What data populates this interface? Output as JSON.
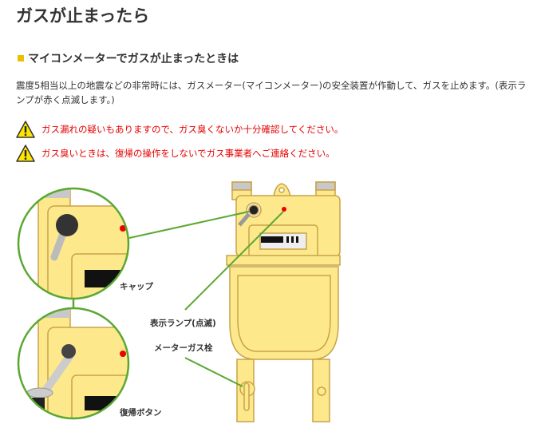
{
  "title": "ガスが止まったら",
  "section": {
    "heading": "マイコンメーターでガスが止まったときは",
    "description": "震度5相当以上の地震などの非常時には、ガスメーター(マイコンメーター)の安全装置が作動して、ガスを止めます。(表示ランプが赤く点滅します。)",
    "warnings": [
      {
        "icon": "warning-icon",
        "text": "ガス漏れの疑いもありますので、ガス臭くないか十分確認してください。"
      },
      {
        "icon": "warning-icon",
        "text": "ガス臭いときは、復帰の操作をしないでガス事業者へご連絡ください。"
      }
    ]
  },
  "diagram": {
    "labels": {
      "cap": "キャップ",
      "lamp": "表示ランプ(点滅)",
      "valve": "メーターガス栓",
      "reset": "復帰ボタン"
    }
  },
  "colors": {
    "accent": "#e8c000",
    "warning_text": "#e60000",
    "meter_body": "#fde98c",
    "meter_outline": "#c9a24a",
    "callout": "#5aa832"
  }
}
